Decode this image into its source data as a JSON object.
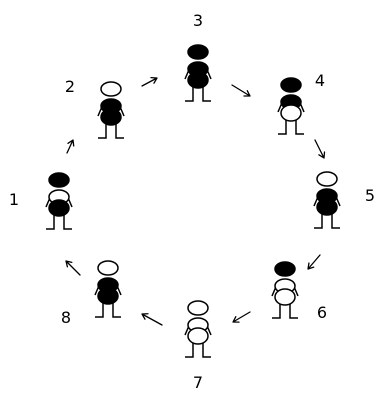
{
  "figures": [
    {
      "label": "1",
      "head": "filled",
      "body": "half-filled"
    },
    {
      "label": "2",
      "head": "empty",
      "body": "filled"
    },
    {
      "label": "3",
      "head": "filled",
      "body": "filled"
    },
    {
      "label": "4",
      "head": "filled",
      "body": "top-filled"
    },
    {
      "label": "5",
      "head": "empty",
      "body": "filled"
    },
    {
      "label": "6",
      "head": "filled",
      "body": "empty"
    },
    {
      "label": "7",
      "head": "empty",
      "body": "empty"
    },
    {
      "label": "8",
      "head": "empty",
      "body": "filled"
    }
  ],
  "colors": {
    "ink": "#000000",
    "paper": "#ffffff"
  }
}
